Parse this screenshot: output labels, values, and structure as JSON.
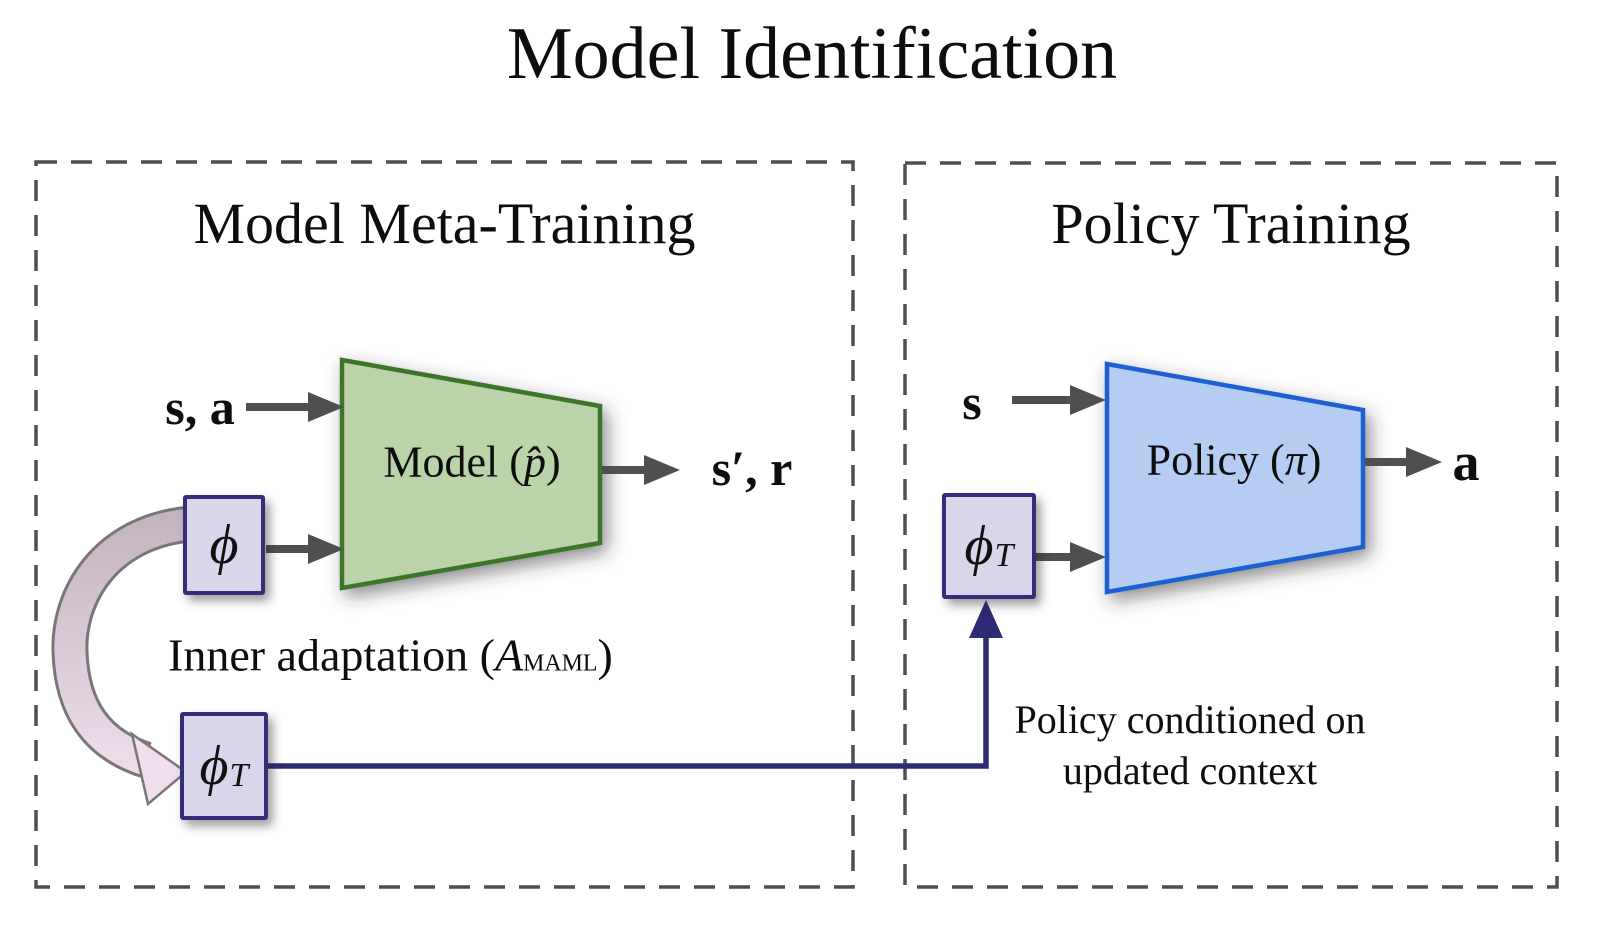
{
  "title": "Model Identification",
  "colors": {
    "model_fill": "#bbd3a8",
    "model_border": "#3d7429",
    "policy_fill": "#b5cdf3",
    "policy_border": "#1e61d2",
    "context_box_fill": "#d9d5eb",
    "context_box_border": "#332d7a",
    "connector_indigo": "#2e2a76",
    "arrow_gray": "#4f4f4f",
    "dashed_outline_gray": "#4f4f4f",
    "adapt_arrow_gradient_top": "#c2b2bd",
    "adapt_arrow_gradient_bottom": "#f3e3f0"
  },
  "left_panel": {
    "header": "Model Meta-Training",
    "input_state_action": "s, a",
    "context_symbol": "ϕ",
    "model_label_prefix": "Model (",
    "model_label_symbol": "p̂",
    "model_label_suffix": ")",
    "output_label": "s′, r",
    "adaptation_prefix": "Inner adaptation (",
    "adaptation_symbol": "A",
    "adaptation_subscript": "MAML",
    "adaptation_suffix": ")",
    "adapted_symbol": "ϕ",
    "adapted_subscript": "T"
  },
  "right_panel": {
    "header": "Policy Training",
    "input_state": "s",
    "context_symbol": "ϕ",
    "context_subscript": "T",
    "policy_label_prefix": "Policy (",
    "policy_label_symbol": "π",
    "policy_label_suffix": ")",
    "output_action": "a",
    "caption_line1": "Policy conditioned on",
    "caption_line2": "updated context"
  }
}
